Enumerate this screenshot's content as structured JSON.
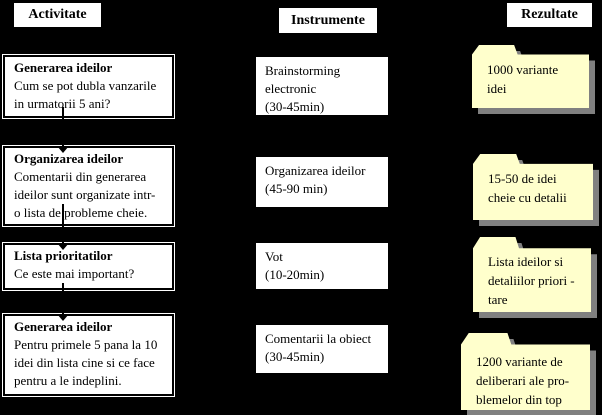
{
  "columns": {
    "activity_header": "Activitate",
    "instruments_header": "Instrumente",
    "results_header": "Rezultate"
  },
  "rows": [
    {
      "activity": {
        "title": "Generarea ideilor",
        "text": "Cum se pot dubla vanzarile\nin urmatorii 5 ani?"
      },
      "instrument": "Brainstorming\nelectronic\n(30-45min)",
      "result": "1000 variante\nidei"
    },
    {
      "activity": {
        "title": "Organizarea ideilor",
        "text": "Comentarii din generarea\nideilor sunt organizate intr-\no lista de probleme cheie."
      },
      "instrument": "Organizarea ideilor\n(45-90 min)",
      "result": "15-50 de idei\ncheie cu detalii"
    },
    {
      "activity": {
        "title": "Lista prioritatilor",
        "text": "Ce este mai important?"
      },
      "instrument": "Vot\n(10-20min)",
      "result": "Lista ideilor si\ndetaliilor priori -\ntare"
    },
    {
      "activity": {
        "title": "Generarea ideilor",
        "text": "Pentru primele 5 pana la 10\nidei din lista cine si ce face\npentru a le indeplini."
      },
      "instrument": "Comentarii la obiect\n(30-45min)",
      "result": "1200 variante de\ndeliberari ale pro-\nblemelor din top"
    }
  ],
  "colors": {
    "background": "#000000",
    "box_fill": "#ffffff",
    "box_border": "#000000",
    "folder_fill": "#ffffcc",
    "folder_shadow": "#808080",
    "text": "#000000"
  }
}
